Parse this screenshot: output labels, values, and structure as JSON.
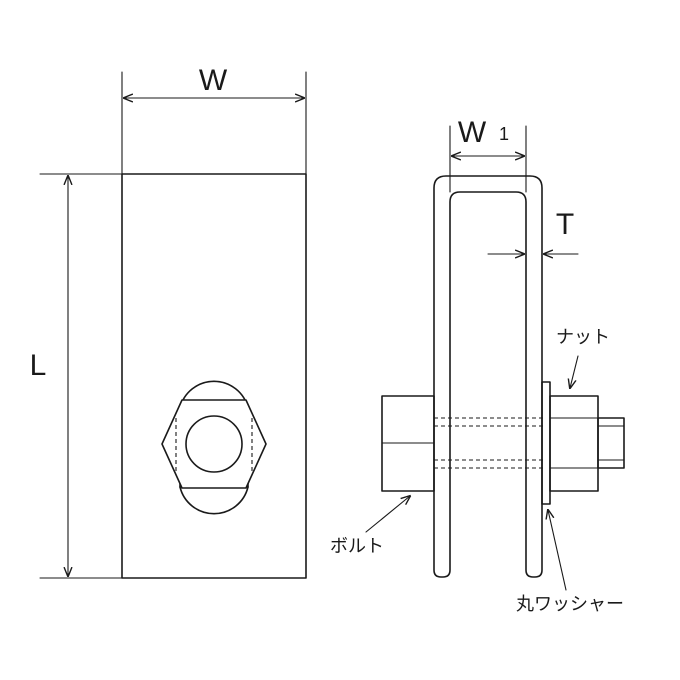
{
  "labels": {
    "width": "W",
    "length": "L",
    "inner_width_main": "W",
    "inner_width_sub": "1",
    "thickness": "T",
    "nut": "ナット",
    "bolt": "ボルト",
    "washer": "丸ワッシャー"
  },
  "colors": {
    "line": "#1a1a1a",
    "background": "#ffffff"
  },
  "icons": {
    "hex_nut": "hex-nut-icon",
    "bolt_hole": "circle-icon"
  }
}
